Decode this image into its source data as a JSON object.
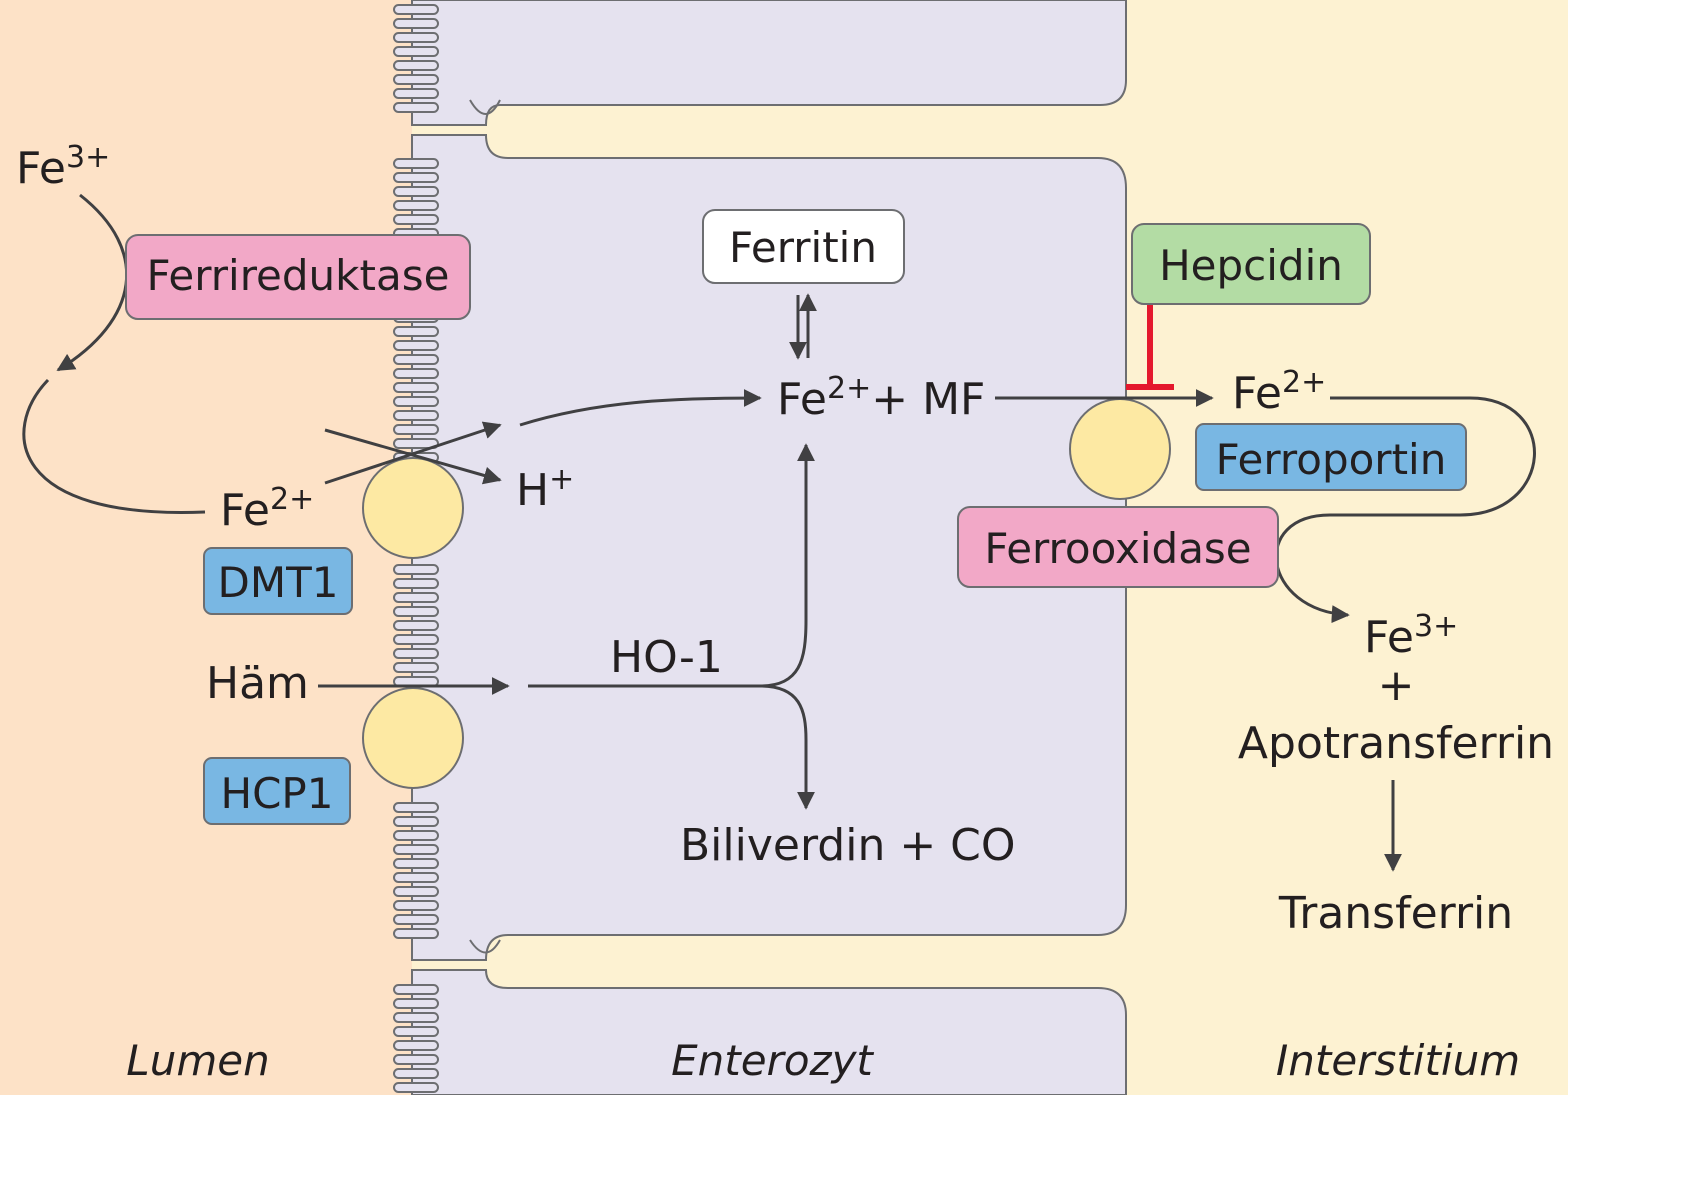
{
  "colors": {
    "lumen": "#fde2c7",
    "enterozyt": "#e5e2ef",
    "interstitium": "#fdf2d2",
    "transporter_circle": "#fde9a3",
    "transporter_blue": "#79b7e3",
    "enzyme_pink": "#f2a8c7",
    "hepcidin_green": "#b3dca4",
    "inhibit_red": "#e4182d",
    "arrow": "#404042"
  },
  "regions": {
    "lumen": "Lumen",
    "enterozyt": "Enterozyt",
    "interstitium": "Interstitium"
  },
  "boxes": {
    "ferrireduktase": "Ferrireduktase",
    "dmt1": "DMT1",
    "hcp1": "HCP1",
    "ferritin": "Ferritin",
    "hepcidin": "Hepcidin",
    "ferroportin": "Ferroportin",
    "ferrooxidase": "Ferrooxidase"
  },
  "labels": {
    "fe3_lumen_base": "Fe",
    "fe3_lumen_sup": "3+",
    "fe2_lumen_base": "Fe",
    "fe2_lumen_sup": "2+",
    "h_plus_base": "H",
    "h_plus_sup": "+",
    "fe2_cell_base": "Fe",
    "fe2_cell_sup": "2+",
    "fe2_cell_rest": "+ MF",
    "haem": "Häm",
    "ho1": "HO-1",
    "biliverdin": "Biliverdin + CO",
    "fe2_inter_base": "Fe",
    "fe2_inter_sup": "2+",
    "fe3_inter_base": "Fe",
    "fe3_inter_sup": "3+",
    "plus": "+",
    "apotransferrin": "Apotransferrin",
    "transferrin": "Transferrin"
  }
}
